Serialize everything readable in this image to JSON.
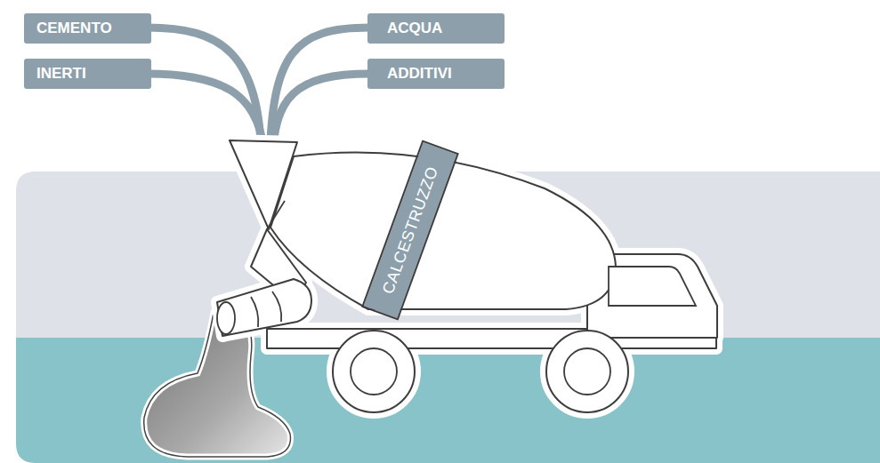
{
  "diagram": {
    "nodes": [
      {
        "text": [
          "CEMENTO"
        ]
      },
      {
        "text": [
          "ACQUA"
        ]
      },
      {
        "text": [
          "INERTI"
        ]
      },
      {
        "text": [
          "ADDITIVI"
        ]
      },
      {
        "text": [
          "CALCESTRUZZO"
        ]
      }
    ]
  }
}
